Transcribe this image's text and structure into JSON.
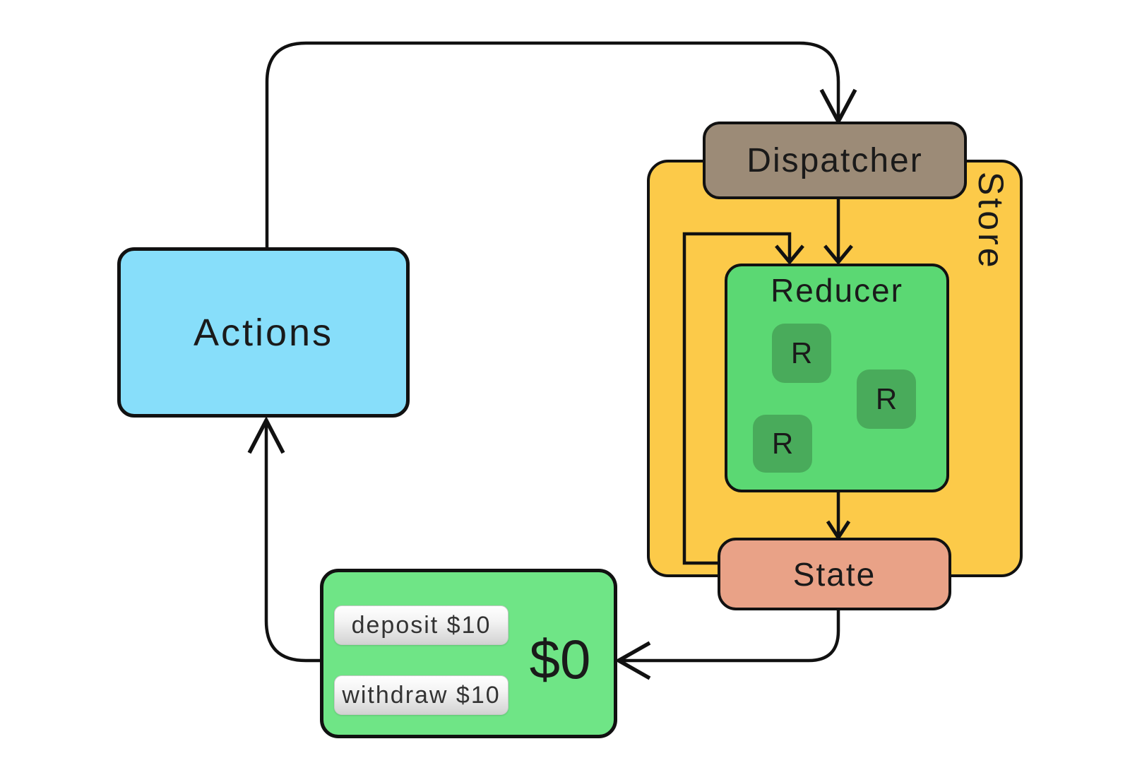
{
  "diagram": {
    "nodes": {
      "actions": {
        "label": "Actions",
        "fill": "#87DEFA"
      },
      "store": {
        "label": "Store",
        "fill": "#FCCA49"
      },
      "dispatcher": {
        "label": "Dispatcher",
        "fill": "#9C8B77"
      },
      "reducer": {
        "label": "Reducer",
        "fill": "#5BD873",
        "chip_fill": "#49AB5B",
        "chips": [
          "R",
          "R",
          "R"
        ]
      },
      "state": {
        "label": "State",
        "fill": "#E9A287"
      },
      "client": {
        "fill": "#6FE586",
        "balance": "$0",
        "buttons": [
          {
            "label": "deposit $10"
          },
          {
            "label": "withdraw $10"
          }
        ]
      }
    },
    "line_color": "#111111"
  }
}
